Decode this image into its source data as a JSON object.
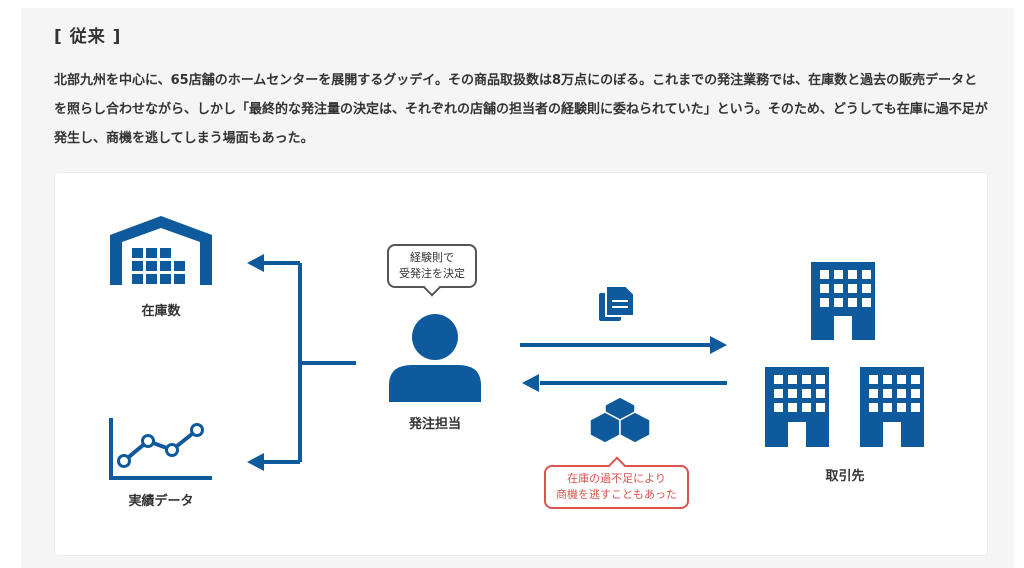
{
  "section": {
    "heading": "[ 従来 ]",
    "intro": "北部九州を中心に、65店舗のホームセンターを展開するグッデイ。その商品取扱数は8万点にのぼる。これまでの発注業務では、在庫数と過去の販売データとを照らし合わせながら、しかし「最終的な発注量の決定は、それぞれの店舗の担当者の経験則に委ねられていた」という。そのため、どうしても在庫に過不足が発生し、商機を逃してしまう場面もあった。"
  },
  "diagram": {
    "inventory_label": "在庫数",
    "sales_data_label": "実績データ",
    "person_label": "発注担当",
    "supplier_label": "取引先",
    "thought_bubble": {
      "line1": "経験則で",
      "line2": "受発注を決定"
    },
    "warning_bubble": {
      "line1": "在庫の過不足により",
      "line2": "商機を逃すこともあった"
    },
    "colors": {
      "primary": "#0e5a9c",
      "warning": "#d9534f",
      "text": "#333333"
    },
    "icons": [
      "warehouse-icon",
      "line-chart-icon",
      "person-icon",
      "document-icon",
      "boxes-icon",
      "building-icon"
    ]
  }
}
